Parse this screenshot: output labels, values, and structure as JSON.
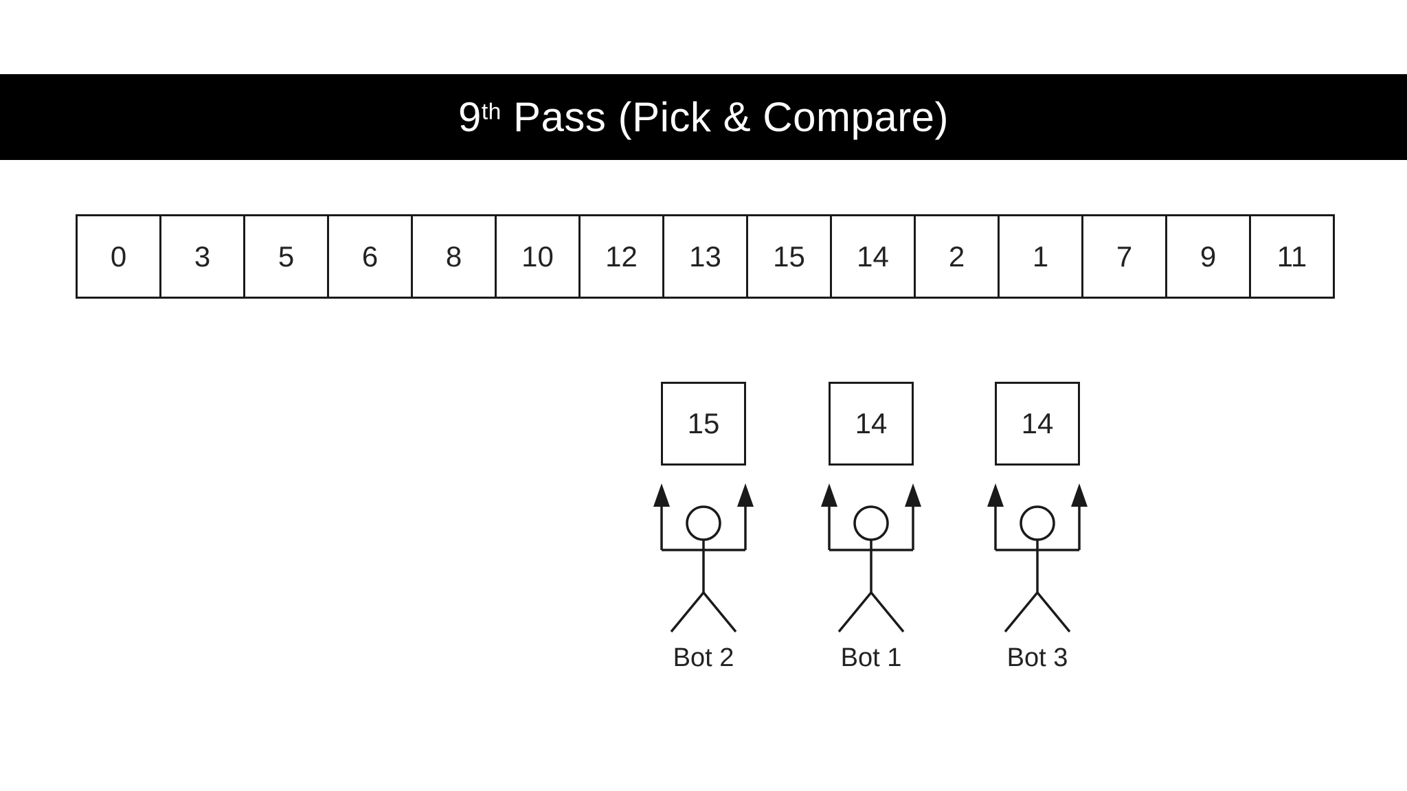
{
  "title": {
    "number": "9",
    "ordinal_suffix": "th",
    "rest": " Pass (Pick & Compare)"
  },
  "array": {
    "values": [
      0,
      3,
      5,
      6,
      8,
      10,
      12,
      13,
      15,
      14,
      2,
      1,
      7,
      9,
      11
    ]
  },
  "bots": [
    {
      "label": "Bot 2",
      "held_value": 15
    },
    {
      "label": "Bot 1",
      "held_value": 14
    },
    {
      "label": "Bot 3",
      "held_value": 14
    }
  ],
  "colors": {
    "banner_background": "#000000",
    "banner_text": "#ffffff",
    "line": "#1a1a1a",
    "digit_text": "#222222",
    "page_background": "#ffffff"
  }
}
